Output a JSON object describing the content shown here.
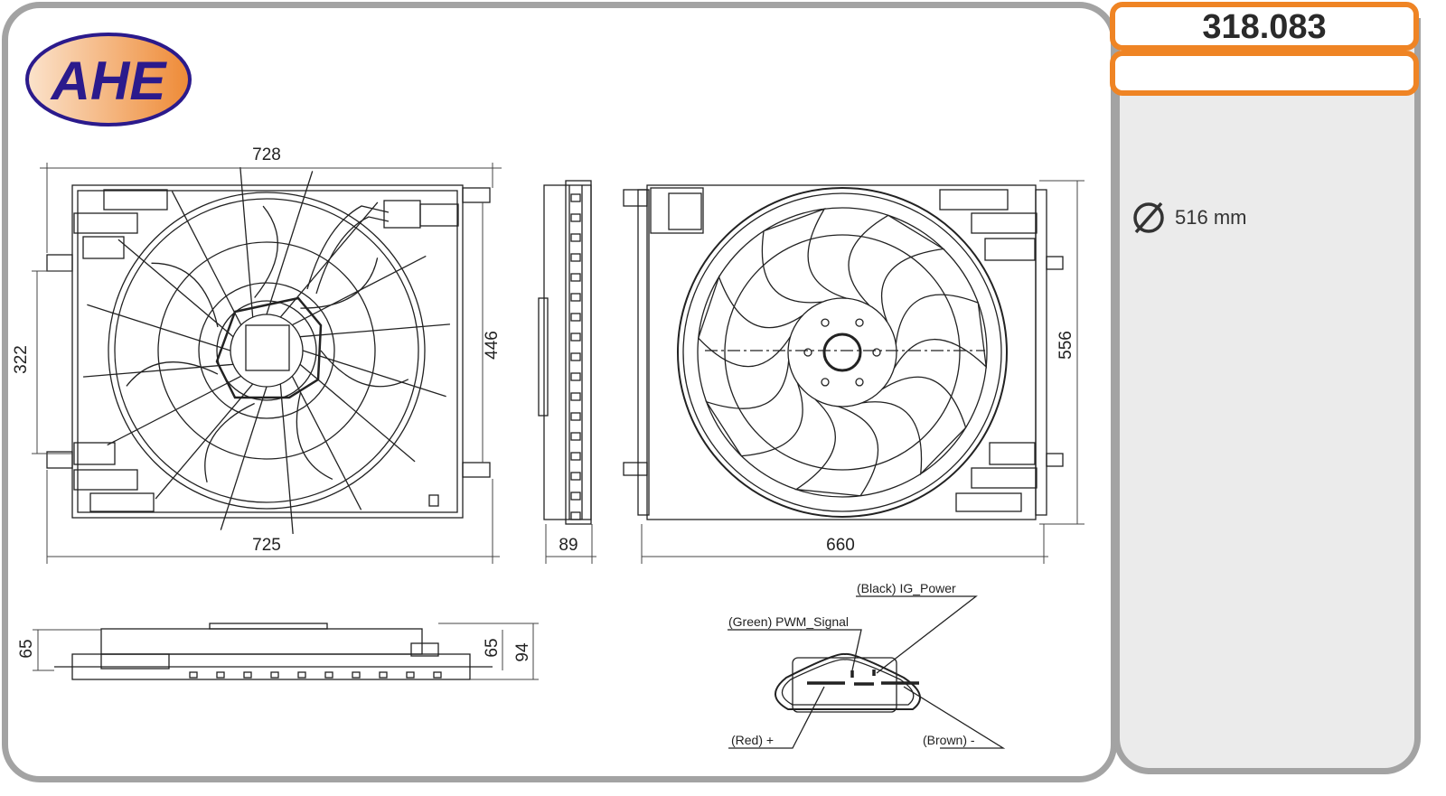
{
  "brand": {
    "logo_text": "AHE",
    "colors": {
      "orange": "#ef8424",
      "navy": "#2b1a8c",
      "border_gray": "#a3a3a3",
      "panel_bg": "#ebebeb"
    }
  },
  "part_number": "318.083",
  "sub_box": "",
  "specs": {
    "diameter_icon": "diameter-icon",
    "diameter": "516 mm"
  },
  "dimensions": {
    "front_top_width": "728",
    "front_bottom_width": "725",
    "front_left_height": "322",
    "front_right_height": "446",
    "side_depth": "89",
    "rear_width": "660",
    "rear_height": "556",
    "bottom_left_height": "65",
    "bottom_right_height": "65",
    "bottom_total_height": "94"
  },
  "connector": {
    "pins": [
      "(Black) IG_Power",
      "(Green) PWM_Signal",
      "(Red) +",
      "(Brown) -"
    ]
  }
}
